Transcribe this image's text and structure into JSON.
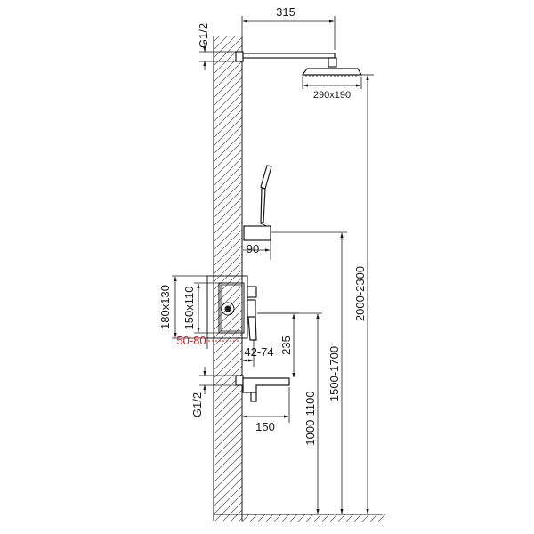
{
  "dimensions": {
    "arm_length": "315",
    "thread_top": "G1/2",
    "head_size": "290x190",
    "holder_width": "90",
    "box_outer": "180x130",
    "box_inner": "150x110",
    "recess_depth": "50-80",
    "wall_offset": "42-74",
    "spout_gap": "235",
    "mixer_height": "1000-1100",
    "holder_height": "1500-1700",
    "head_height": "2000-2300",
    "thread_bottom": "G1/2",
    "spout_length": "150"
  },
  "colors": {
    "line": "#1a1a1a",
    "accent_red": "#c0242b",
    "hatch": "#555555"
  }
}
